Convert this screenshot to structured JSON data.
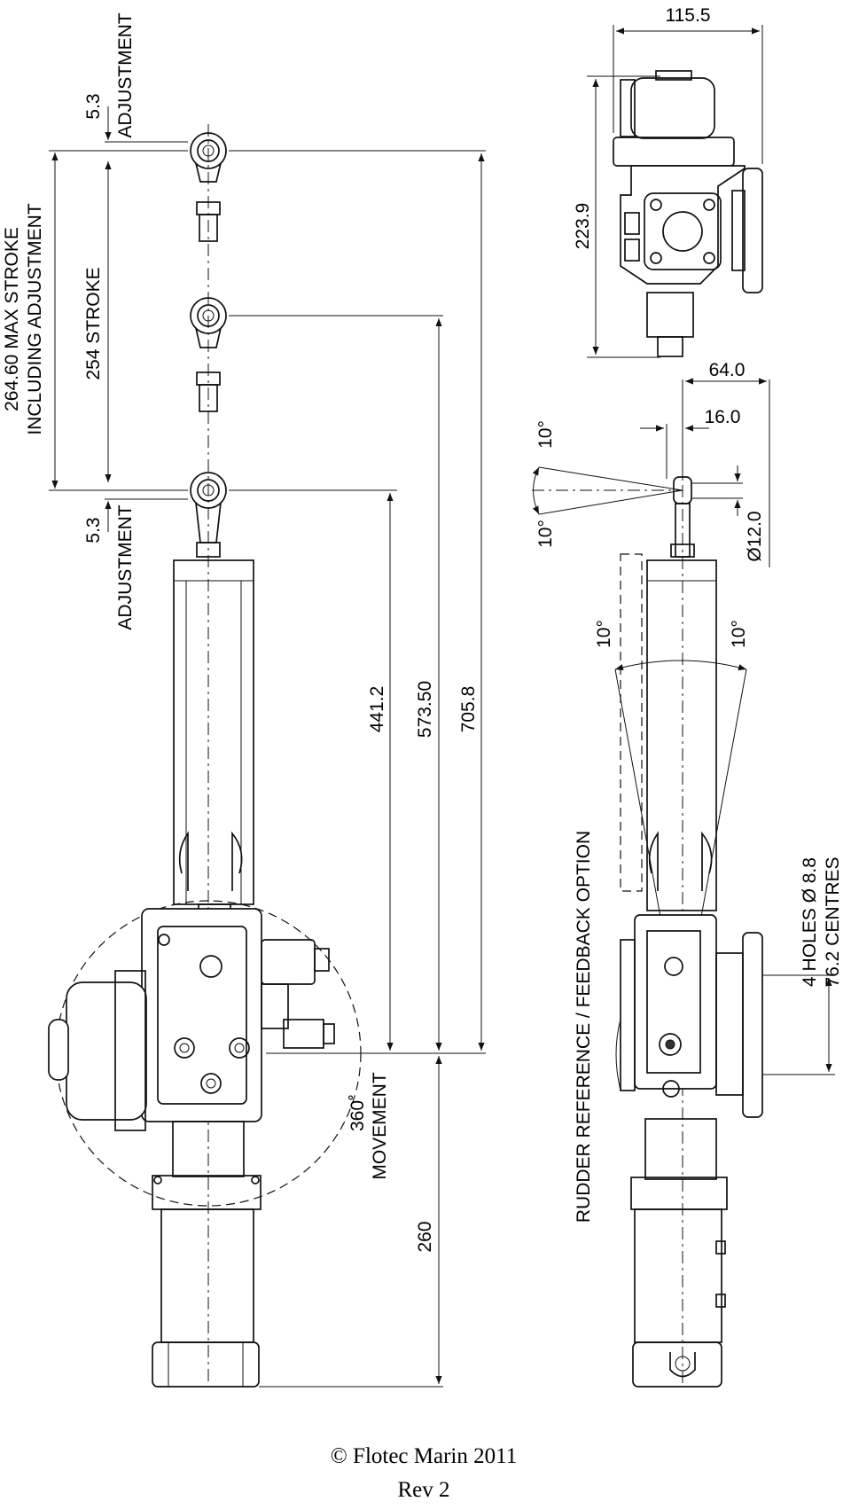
{
  "drawing": {
    "side_view": {
      "max_stroke_line1": "264.60 MAX STROKE",
      "max_stroke_line2": "INCLUDING ADJUSTMENT",
      "stroke": "254 STROKE",
      "adjust_top_value": "5.3",
      "adjust_top_label": "ADJUSTMENT",
      "adjust_bottom_value": "5.3",
      "adjust_bottom_label": "ADJUSTMENT",
      "dim_441": "441.2",
      "dim_573": "573.50",
      "dim_705": "705.8",
      "dim_260": "260",
      "movement_line1": "360˚",
      "movement_line2": "MOVEMENT"
    },
    "top_view": {
      "width": "115.5",
      "height": "223.9"
    },
    "rudder_view": {
      "title": "RUDDER REFERENCE / FEEDBACK OPTION",
      "dim_64": "64.0",
      "dim_16": "16.0",
      "dim_dia12": "Ø12.0",
      "angle_top": "10°",
      "angle_bottom": "10°",
      "angle_left": "10°",
      "angle_right": "10°",
      "holes_line1": "4 HOLES Ø 8.8",
      "holes_line2": "76.2 CENTRES"
    }
  },
  "footer": {
    "copyright": "© Flotec Marin 2011",
    "revision": "Rev 2"
  }
}
